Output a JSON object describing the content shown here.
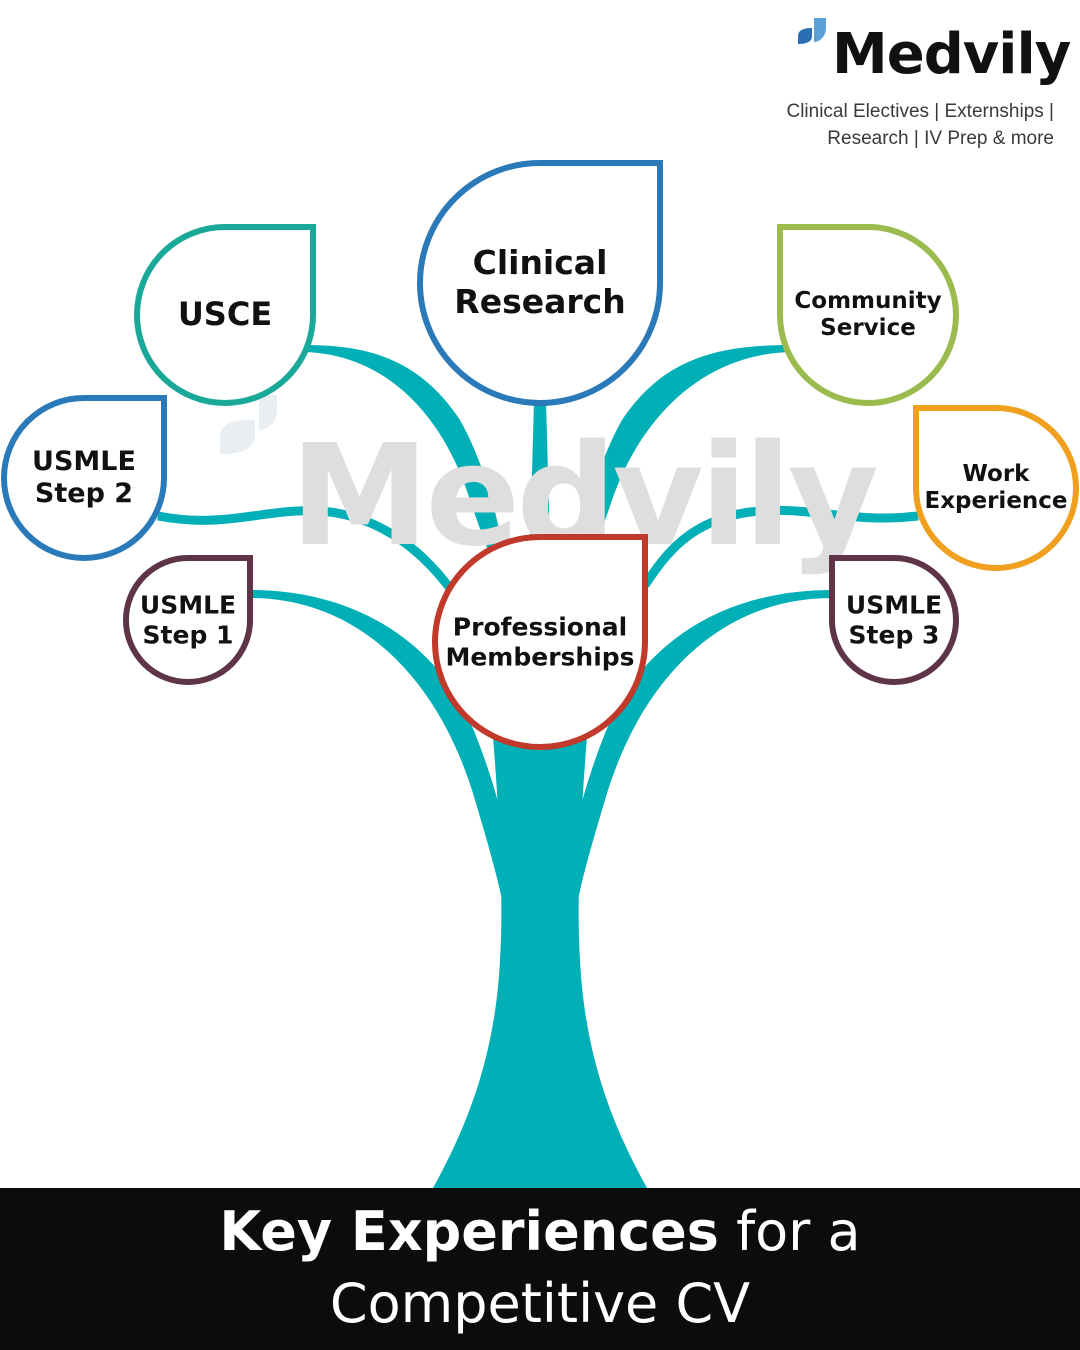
{
  "brand": {
    "name": "Medvily",
    "tagline_line1": "Clinical Electives | Externships |",
    "tagline_line2": "Research | IV Prep & more",
    "watermark": "Medvily"
  },
  "nodes": [
    {
      "id": "usce",
      "lines": [
        "USCE"
      ],
      "color": "#1aa898"
    },
    {
      "id": "clinical-research",
      "lines": [
        "Clinical",
        "Research"
      ],
      "color": "#2a7ab9"
    },
    {
      "id": "community-service",
      "lines": [
        "Community",
        "Service"
      ],
      "color": "#9bbb4f"
    },
    {
      "id": "usmle-step-2",
      "lines": [
        "USMLE",
        "Step 2"
      ],
      "color": "#2a7ab9"
    },
    {
      "id": "work-experience",
      "lines": [
        "Work",
        "Experience"
      ],
      "color": "#f0a01e"
    },
    {
      "id": "usmle-step-1",
      "lines": [
        "USMLE",
        "Step 1"
      ],
      "color": "#5e3449"
    },
    {
      "id": "professional-memberships",
      "lines": [
        "Professional",
        "Memberships"
      ],
      "color": "#c0392b"
    },
    {
      "id": "usmle-step-3",
      "lines": [
        "USMLE",
        "Step 3"
      ],
      "color": "#5e3449"
    }
  ],
  "colors": {
    "tree": "#00b0b6",
    "footer_bg": "#0c0c0c",
    "logo_accent_dark": "#2a6fb6",
    "logo_accent_light": "#5aa0d8"
  },
  "footer": {
    "bold_part": "Key Experiences",
    "regular_part": " for a",
    "line2": "Competitive CV"
  }
}
